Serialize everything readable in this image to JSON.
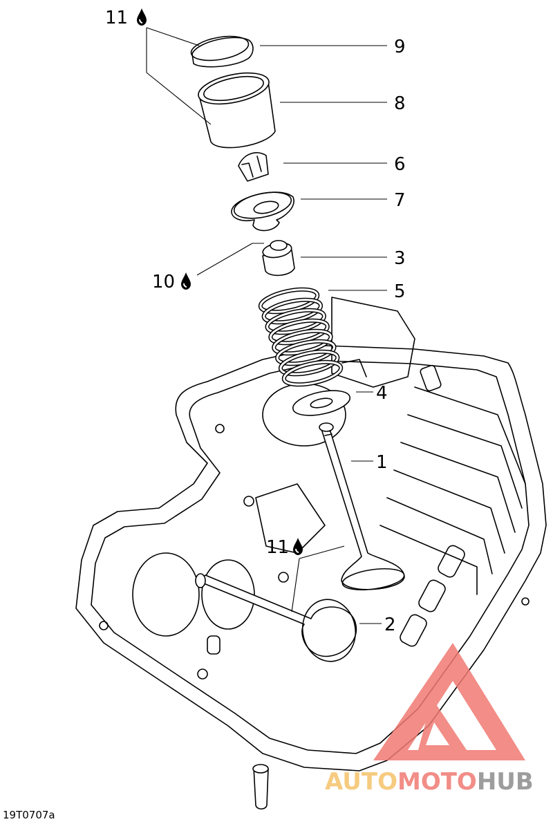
{
  "callouts": {
    "c9": "9",
    "c8": "8",
    "c6": "6",
    "c7": "7",
    "c3": "3",
    "c5": "5",
    "c4": "4",
    "c1": "1",
    "c2": "2",
    "c11_top": "11",
    "c10": "10",
    "c11_mid": "11"
  },
  "figure_code": "19T0707a",
  "watermark": {
    "part1": "AUTO",
    "part2": "MOTO",
    "part3": "HUB",
    "color_auto": "#f5c36b",
    "color_moto": "#f07a73",
    "color_hub": "#8c8c8c",
    "logo_color": "#f07a73"
  },
  "icons": {
    "lubricant": "oil-drop-icon",
    "logo": "warning-triangle-icon"
  }
}
